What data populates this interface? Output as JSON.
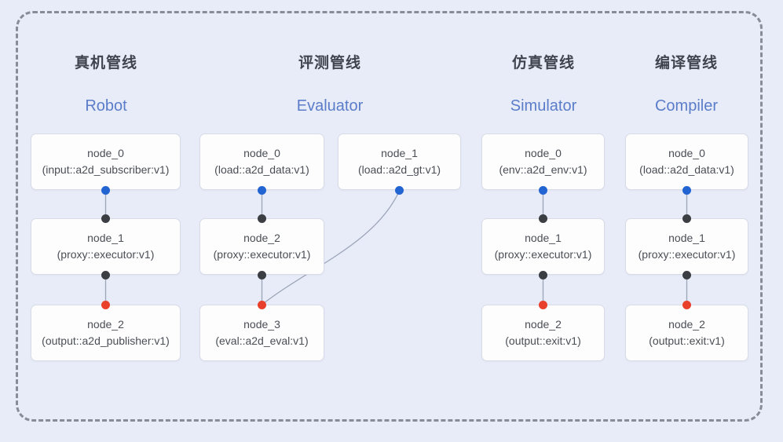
{
  "diagram_title": "pipeline-architecture-diagram",
  "colors": {
    "background": "#e8ecf8",
    "frame_dash": "#888c96",
    "node_fill": "#fdfdfe",
    "node_border": "#d8dce6",
    "node_text": "#4a4e55",
    "title_zh": "#3f444f",
    "title_en": "#5b7dc9",
    "edge_line": "#9ca5b8",
    "port_blue": "#2264d1",
    "port_black": "#3b3e43",
    "port_red": "#e9402c"
  },
  "pipelines": [
    {
      "title_zh": "真机管线",
      "title_en": "Robot",
      "nodes": [
        {
          "name": "node_0",
          "spec": "(input::a2d_subscriber:v1)"
        },
        {
          "name": "node_1",
          "spec": "(proxy::executor:v1)"
        },
        {
          "name": "node_2",
          "spec": "(output::a2d_publisher:v1)"
        }
      ]
    },
    {
      "title_zh": "评测管线",
      "title_en": "Evaluator",
      "nodes": [
        {
          "name": "node_0",
          "spec": "(load::a2d_data:v1)"
        },
        {
          "name": "node_1",
          "spec": "(load::a2d_gt:v1)"
        },
        {
          "name": "node_2",
          "spec": "(proxy::executor:v1)"
        },
        {
          "name": "node_3",
          "spec": "(eval::a2d_eval:v1)"
        }
      ]
    },
    {
      "title_zh": "仿真管线",
      "title_en": "Simulator",
      "nodes": [
        {
          "name": "node_0",
          "spec": "(env::a2d_env:v1)"
        },
        {
          "name": "node_1",
          "spec": "(proxy::executor:v1)"
        },
        {
          "name": "node_2",
          "spec": "(output::exit:v1)"
        }
      ]
    },
    {
      "title_zh": "编译管线",
      "title_en": "Compiler",
      "nodes": [
        {
          "name": "node_0",
          "spec": "(load::a2d_data:v1)"
        },
        {
          "name": "node_1",
          "spec": "(proxy::executor:v1)"
        },
        {
          "name": "node_2",
          "spec": "(output::exit:v1)"
        }
      ]
    }
  ],
  "edges": [
    {
      "from": "robot.node_0",
      "to": "robot.node_1",
      "from_port": "blue",
      "to_port": "black"
    },
    {
      "from": "robot.node_1",
      "to": "robot.node_2",
      "from_port": "black",
      "to_port": "red"
    },
    {
      "from": "evaluator.node_0",
      "to": "evaluator.node_2",
      "from_port": "blue",
      "to_port": "black"
    },
    {
      "from": "evaluator.node_1",
      "to": "evaluator.node_3",
      "from_port": "blue",
      "to_port": "red"
    },
    {
      "from": "evaluator.node_2",
      "to": "evaluator.node_3",
      "from_port": "black",
      "to_port": "red"
    },
    {
      "from": "simulator.node_0",
      "to": "simulator.node_1",
      "from_port": "blue",
      "to_port": "black"
    },
    {
      "from": "simulator.node_1",
      "to": "simulator.node_2",
      "from_port": "black",
      "to_port": "red"
    },
    {
      "from": "compiler.node_0",
      "to": "compiler.node_1",
      "from_port": "blue",
      "to_port": "black"
    },
    {
      "from": "compiler.node_1",
      "to": "compiler.node_2",
      "from_port": "black",
      "to_port": "red"
    }
  ]
}
